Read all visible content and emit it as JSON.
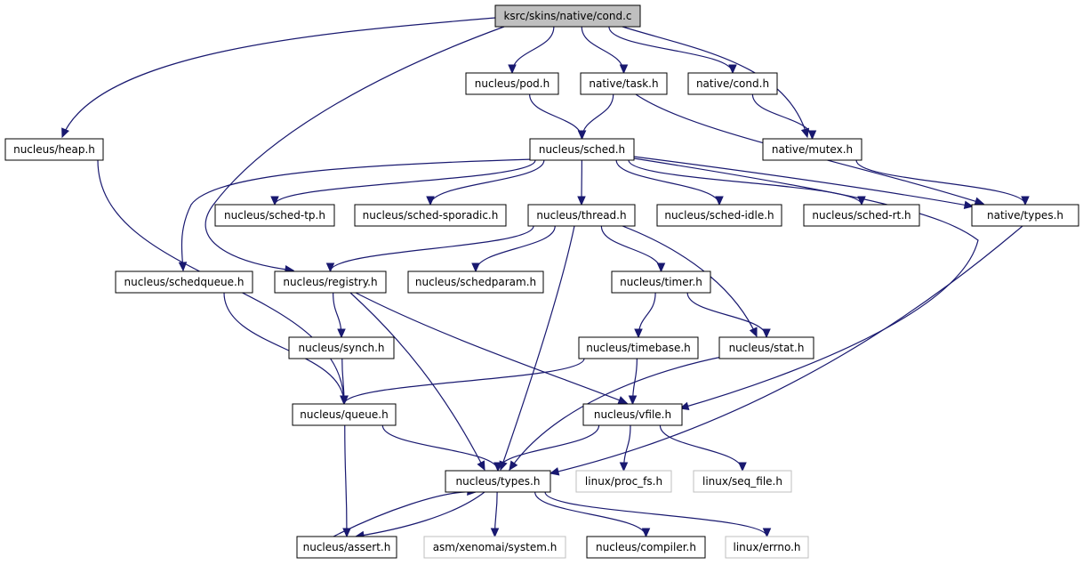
{
  "graph": {
    "edge_color": "#191970",
    "root_fill": "#bfbfbf",
    "external_stroke": "#bfbfbf",
    "nodes": [
      {
        "id": "root",
        "label": "ksrc/skins/native/cond.c",
        "style": "root"
      },
      {
        "id": "heap",
        "label": "nucleus/heap.h",
        "style": "normal"
      },
      {
        "id": "pod",
        "label": "nucleus/pod.h",
        "style": "normal"
      },
      {
        "id": "task",
        "label": "native/task.h",
        "style": "normal"
      },
      {
        "id": "ncond",
        "label": "native/cond.h",
        "style": "normal"
      },
      {
        "id": "mutex",
        "label": "native/mutex.h",
        "style": "normal"
      },
      {
        "id": "sched",
        "label": "nucleus/sched.h",
        "style": "normal"
      },
      {
        "id": "schedtp",
        "label": "nucleus/sched-tp.h",
        "style": "normal"
      },
      {
        "id": "schedspor",
        "label": "nucleus/sched-sporadic.h",
        "style": "normal"
      },
      {
        "id": "thread",
        "label": "nucleus/thread.h",
        "style": "normal"
      },
      {
        "id": "schedidle",
        "label": "nucleus/sched-idle.h",
        "style": "normal"
      },
      {
        "id": "schedrt",
        "label": "nucleus/sched-rt.h",
        "style": "normal"
      },
      {
        "id": "ntypes",
        "label": "native/types.h",
        "style": "normal"
      },
      {
        "id": "schedqueue",
        "label": "nucleus/schedqueue.h",
        "style": "normal"
      },
      {
        "id": "registry",
        "label": "nucleus/registry.h",
        "style": "normal"
      },
      {
        "id": "schedparam",
        "label": "nucleus/schedparam.h",
        "style": "normal"
      },
      {
        "id": "timer",
        "label": "nucleus/timer.h",
        "style": "normal"
      },
      {
        "id": "synch",
        "label": "nucleus/synch.h",
        "style": "normal"
      },
      {
        "id": "timebase",
        "label": "nucleus/timebase.h",
        "style": "normal"
      },
      {
        "id": "stat",
        "label": "nucleus/stat.h",
        "style": "normal"
      },
      {
        "id": "queue",
        "label": "nucleus/queue.h",
        "style": "normal"
      },
      {
        "id": "vfile",
        "label": "nucleus/vfile.h",
        "style": "normal"
      },
      {
        "id": "types",
        "label": "nucleus/types.h",
        "style": "normal"
      },
      {
        "id": "procfs",
        "label": "linux/proc_fs.h",
        "style": "external"
      },
      {
        "id": "seqfile",
        "label": "linux/seq_file.h",
        "style": "external"
      },
      {
        "id": "assert",
        "label": "nucleus/assert.h",
        "style": "normal"
      },
      {
        "id": "system",
        "label": "asm/xenomai/system.h",
        "style": "external"
      },
      {
        "id": "compiler",
        "label": "nucleus/compiler.h",
        "style": "normal"
      },
      {
        "id": "errno",
        "label": "linux/errno.h",
        "style": "external"
      }
    ],
    "edges": [
      [
        "root",
        "heap"
      ],
      [
        "root",
        "pod"
      ],
      [
        "root",
        "task"
      ],
      [
        "root",
        "ncond"
      ],
      [
        "root",
        "mutex"
      ],
      [
        "root",
        "registry"
      ],
      [
        "pod",
        "sched"
      ],
      [
        "task",
        "sched"
      ],
      [
        "task",
        "ntypes"
      ],
      [
        "ncond",
        "mutex"
      ],
      [
        "mutex",
        "ntypes"
      ],
      [
        "heap",
        "queue"
      ],
      [
        "sched",
        "schedtp"
      ],
      [
        "sched",
        "schedspor"
      ],
      [
        "sched",
        "thread"
      ],
      [
        "sched",
        "schedidle"
      ],
      [
        "sched",
        "schedrt"
      ],
      [
        "sched",
        "ntypes"
      ],
      [
        "sched",
        "schedqueue"
      ],
      [
        "sched",
        "vfile"
      ],
      [
        "ntypes",
        "types"
      ],
      [
        "thread",
        "registry"
      ],
      [
        "thread",
        "schedparam"
      ],
      [
        "thread",
        "timer"
      ],
      [
        "thread",
        "stat"
      ],
      [
        "thread",
        "types"
      ],
      [
        "schedqueue",
        "queue"
      ],
      [
        "registry",
        "synch"
      ],
      [
        "registry",
        "vfile"
      ],
      [
        "registry",
        "types"
      ],
      [
        "timer",
        "timebase"
      ],
      [
        "timer",
        "stat"
      ],
      [
        "synch",
        "queue"
      ],
      [
        "timebase",
        "queue"
      ],
      [
        "timebase",
        "vfile"
      ],
      [
        "stat",
        "types"
      ],
      [
        "queue",
        "types"
      ],
      [
        "queue",
        "assert"
      ],
      [
        "vfile",
        "types"
      ],
      [
        "vfile",
        "procfs"
      ],
      [
        "vfile",
        "seqfile"
      ],
      [
        "types",
        "assert"
      ],
      [
        "types",
        "system"
      ],
      [
        "types",
        "compiler"
      ],
      [
        "types",
        "errno"
      ],
      [
        "assert",
        "types"
      ]
    ]
  }
}
